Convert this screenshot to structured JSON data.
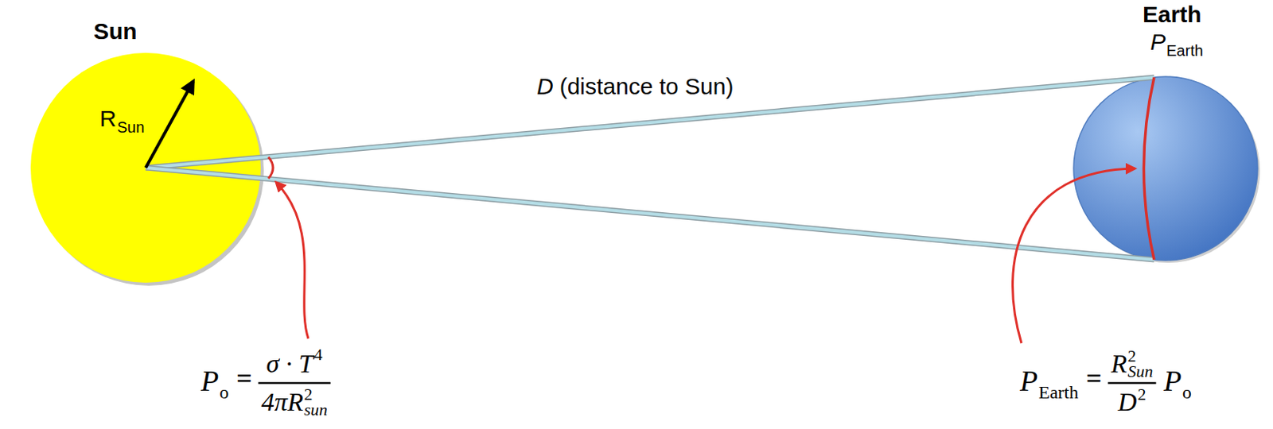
{
  "diagram": {
    "labels": [
      "Sun",
      "Earth",
      "P",
      "Earth",
      "R",
      "Sun",
      "D",
      "(distance to Sun)",
      "P",
      "o",
      "=",
      "σ · T",
      "4",
      "4πR",
      "2",
      "sun",
      "P",
      "Earth",
      "=",
      "R",
      "2",
      "Sun",
      "D",
      "2",
      "P",
      "o"
    ]
  }
}
